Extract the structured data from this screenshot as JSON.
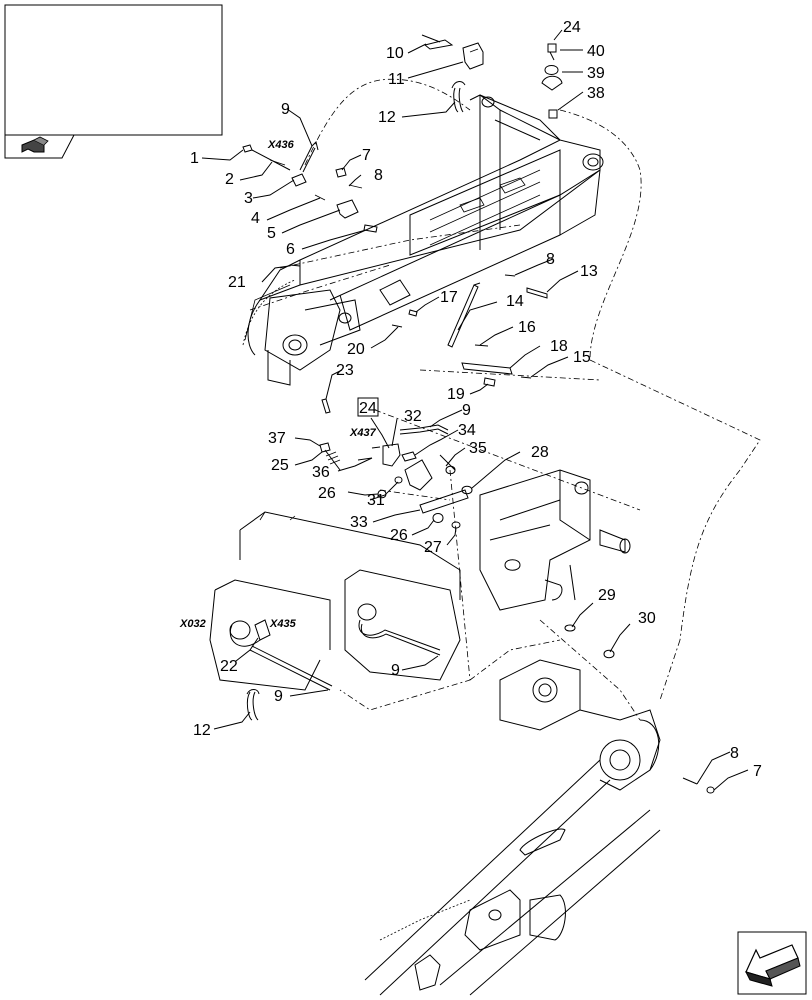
{
  "callouts": {
    "c24a": "24",
    "c40": "40",
    "c39": "39",
    "c38": "38",
    "c10": "10",
    "c11": "11",
    "c12a": "12",
    "c9a": "9",
    "c1": "1",
    "c2": "2",
    "c3": "3",
    "c4": "4",
    "c5": "5",
    "c6": "6",
    "c7a": "7",
    "c8a": "8",
    "c21": "21",
    "c8b": "8",
    "c13": "13",
    "c17": "17",
    "c14": "14",
    "c16": "16",
    "c20": "20",
    "c18": "18",
    "c15": "15",
    "c19": "19",
    "c23": "23",
    "c24b": "24",
    "c32": "32",
    "c9b": "9",
    "c34": "34",
    "c37": "37",
    "c35": "35",
    "c25": "25",
    "c36": "36",
    "c28": "28",
    "c26a": "26",
    "c31": "31",
    "c33": "33",
    "c26b": "26",
    "c27": "27",
    "c29": "29",
    "c30": "30",
    "c22": "22",
    "c9c": "9",
    "c9d": "9",
    "c12b": "12",
    "c8c": "8",
    "c7b": "7"
  },
  "connectors": {
    "x436": "X436",
    "x437": "X437",
    "x032": "X032",
    "x435": "X435"
  },
  "icons": {
    "thumbnail": "harness-thumbnail-icon",
    "navigation": "navigation-arrow-icon"
  }
}
